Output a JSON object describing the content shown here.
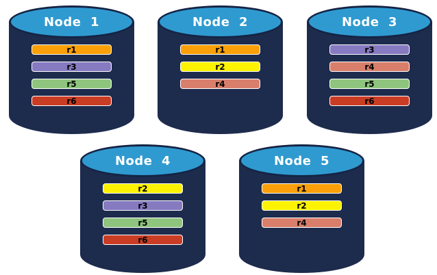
{
  "colors": {
    "background": "#FFFFFF",
    "cylinder_body": "#1D2B4D",
    "cylinder_top_fill": "#2F9AD0",
    "cylinder_outline": "#152445",
    "bar_border": "#FFFFFF",
    "bar_text": "#000000",
    "title_text": "#FFFFFF"
  },
  "replica_colors": {
    "r1": "#FBA008",
    "r2": "#FDF200",
    "r3": "#867AC0",
    "r4": "#D87E6B",
    "r5": "#8EC47D",
    "r6": "#C93D25"
  },
  "nodes": [
    {
      "label": "Node  1",
      "replicas": [
        "r1",
        "r3",
        "r5",
        "r6"
      ]
    },
    {
      "label": "Node  2",
      "replicas": [
        "r1",
        "r2",
        "r4"
      ]
    },
    {
      "label": "Node  3",
      "replicas": [
        "r3",
        "r4",
        "r5",
        "r6"
      ]
    },
    {
      "label": "Node  4",
      "replicas": [
        "r2",
        "r3",
        "r5",
        "r6"
      ]
    },
    {
      "label": "Node  5",
      "replicas": [
        "r1",
        "r2",
        "r4"
      ]
    }
  ]
}
